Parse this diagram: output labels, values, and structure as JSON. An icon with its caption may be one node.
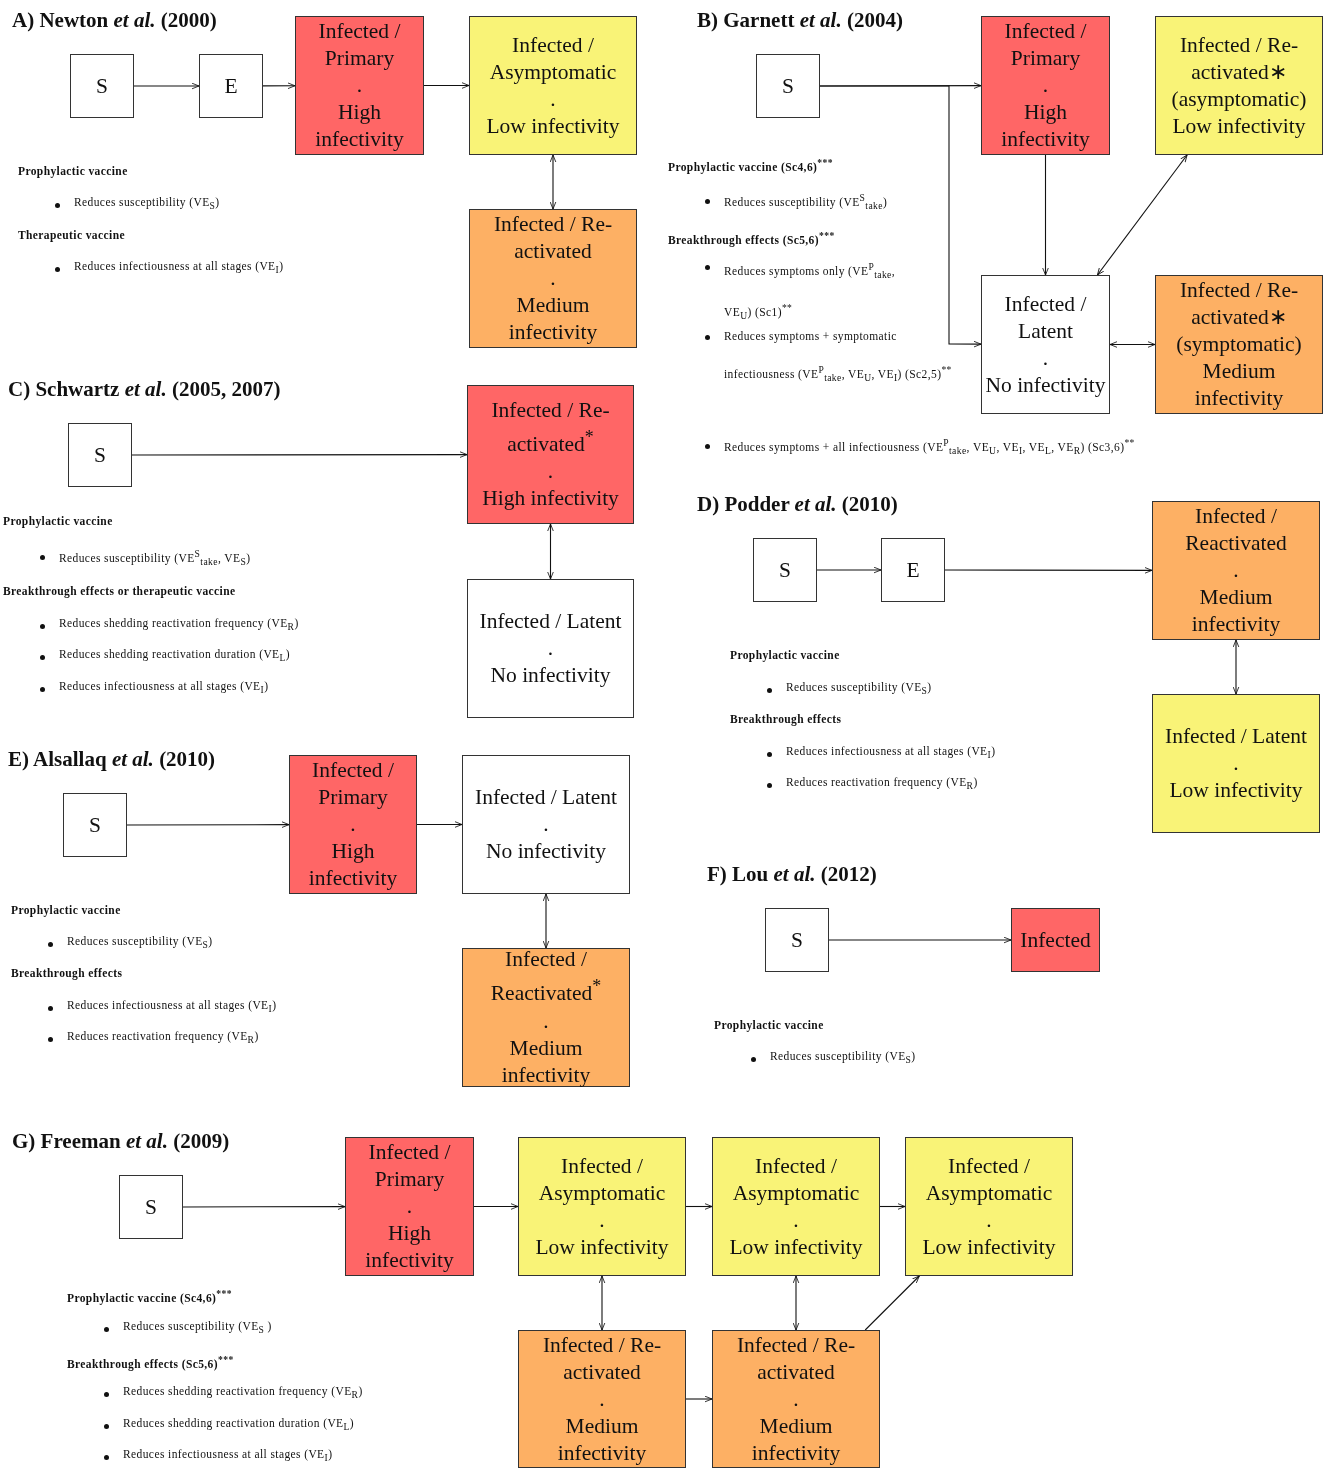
{
  "diagram": {
    "nodes": [
      {
        "text": [
          "S"
        ]
      },
      {
        "text": [
          "E"
        ]
      },
      {
        "text": [
          "Infected / Primary",
          ".",
          "High infectivity"
        ]
      },
      {
        "text": [
          "Infected / Asymptomatic",
          ".",
          "Low infectivity"
        ]
      },
      {
        "text": [
          "Infected / Re-activated",
          ".",
          "Medium infectivity"
        ]
      },
      {
        "text": [
          "S"
        ]
      },
      {
        "text": [
          "Infected / Primary",
          ".",
          "High infectivity"
        ]
      },
      {
        "text": [
          "Infected / Re-activated∗ (asymptomatic)",
          "Low infectivity"
        ]
      },
      {
        "text": [
          "Infected / Latent",
          ".",
          "No infectivity"
        ]
      },
      {
        "text": [
          "Infected / Re-activated∗ (symptomatic)",
          "Medium infectivity"
        ]
      },
      {
        "text": [
          "S"
        ]
      },
      {
        "text": [
          "Infected / Re-activated$^{*}$",
          ".",
          "High infectivity"
        ]
      },
      {
        "text": [
          "Infected / Latent",
          ".",
          "No infectivity"
        ]
      },
      {
        "text": [
          "S"
        ]
      },
      {
        "text": [
          "E"
        ]
      },
      {
        "text": [
          "Infected / Reactivated",
          ".",
          "Medium infectivity"
        ]
      },
      {
        "text": [
          "Infected / Latent",
          ".",
          "Low infectivity"
        ]
      },
      {
        "text": [
          "S"
        ]
      },
      {
        "text": [
          "Infected / Primary",
          ".",
          "High infectivity"
        ]
      },
      {
        "text": [
          "Infected / Latent",
          ".",
          "No infectivity"
        ]
      },
      {
        "text": [
          "Infected / Reactivated$^{*}$",
          ".",
          "Medium infectivity"
        ]
      },
      {
        "text": [
          "S"
        ]
      },
      {
        "text": [
          "Infected"
        ]
      },
      {
        "text": [
          "S"
        ]
      },
      {
        "text": [
          "Infected / Primary",
          ".",
          "High infectivity"
        ]
      },
      {
        "text": [
          "Infected / Asymptomatic",
          ".",
          "Low infectivity"
        ]
      },
      {
        "text": [
          "Infected / Asymptomatic",
          ".",
          "Low infectivity"
        ]
      },
      {
        "text": [
          "Infected / Asymptomatic",
          ".",
          "Low infectivity"
        ]
      },
      {
        "text": [
          "Infected / Re-activated",
          ".",
          "Medium infectivity"
        ]
      },
      {
        "text": [
          "Infected / Re-activated",
          ".",
          "Medium infectivity"
        ]
      }
    ],
    "edges": [
      {
        "from": 0,
        "to": 1,
        "arrow": "to"
      },
      {
        "from": 1,
        "to": 2,
        "arrow": "to"
      },
      {
        "from": 2,
        "to": 3,
        "arrow": "to"
      },
      {
        "from": 3,
        "to": 4,
        "arrow": "both"
      },
      {
        "from": 5,
        "to": 6,
        "arrow": "to"
      },
      {
        "from": 5,
        "to": 8,
        "arrow": "to"
      },
      {
        "from": 6,
        "to": 8,
        "arrow": "to"
      },
      {
        "from": 8,
        "to": 7,
        "arrow": "both"
      },
      {
        "from": 8,
        "to": 9,
        "arrow": "both"
      },
      {
        "from": 10,
        "to": 11,
        "arrow": "to"
      },
      {
        "from": 11,
        "to": 12,
        "arrow": "both"
      },
      {
        "from": 13,
        "to": 14,
        "arrow": "to"
      },
      {
        "from": 14,
        "to": 15,
        "arrow": "to"
      },
      {
        "from": 15,
        "to": 16,
        "arrow": "both"
      },
      {
        "from": 17,
        "to": 18,
        "arrow": "to"
      },
      {
        "from": 18,
        "to": 19,
        "arrow": "to"
      },
      {
        "from": 19,
        "to": 20,
        "arrow": "both"
      },
      {
        "from": 21,
        "to": 22,
        "arrow": "to"
      },
      {
        "from": 23,
        "to": 24,
        "arrow": "to"
      },
      {
        "from": 24,
        "to": 25,
        "arrow": "to"
      },
      {
        "from": 25,
        "to": 26,
        "arrow": "to"
      },
      {
        "from": 26,
        "to": 27,
        "arrow": "to"
      },
      {
        "from": 25,
        "to": 28,
        "arrow": "both"
      },
      {
        "from": 26,
        "to": 29,
        "arrow": "both"
      },
      {
        "from": 28,
        "to": 29,
        "arrow": "to"
      },
      {
        "from": 29,
        "to": 27,
        "arrow": "to"
      }
    ],
    "labels": [
      "A) Newton *et al.* (2000)",
      "Prophylactic vaccine",
      "Reduces susceptibility (VE$_{S}$)",
      "Therapeutic vaccine",
      "Reduces infectiousness at all stages (VE$_{I}$)",
      "B) Garnett *et al.* (2004)",
      "Prophylactic vaccine (Sc4,6)$^{***}$",
      "Reduces susceptibility (VE$^{S}$$_{take}$)",
      "Breakthrough effects (Sc5,6)$^{***}$",
      "Reduces symptoms only (VE$^{P}$$_{take}$, VE$_{U}$) (Sc1)$^{**}$",
      "Reduces symptoms + symptomatic infectiousness (VE$^{P}$$_{take}$, VE$_{U}$, VE$_{I}$) (Sc2,5)$^{**}$",
      "Reduces symptoms + all infectiousness (VE$^{P}$$_{take}$, VE$_{U}$, VE$_{I}$, VE$_{L}$, VE$_{R}$) (Sc3,6)$^{**}$",
      "C) Schwartz *et al.* (2005, 2007)",
      "Prophylactic vaccine",
      "Reduces susceptibility (VE$^{S}$$_{take}$, VE$_{S}$)",
      "Breakthrough effects or therapeutic vaccine",
      "Reduces shedding reactivation frequency (VE$_{R}$)",
      "Reduces shedding reactivation duration (VE$_{L}$)",
      "Reduces infectiousness at all stages (VE$_{I}$)",
      "D) Podder *et al.* (2010)",
      "Prophylactic vaccine",
      "Reduces susceptibility (VE$_{S}$)",
      "Breakthrough effects",
      "Reduces infectiousness at all stages (VE$_{I}$)",
      "Reduces reactivation frequency (VE$_{R}$)",
      "E) Alsallaq *et al.* (2010)",
      "Prophylactic vaccine",
      "Reduces susceptibility (VE$_{S}$)",
      "Breakthrough effects",
      "Reduces infectiousness at all stages (VE$_{I}$)",
      "Reduces reactivation frequency (VE$_{R}$)",
      "F) Lou *et al.* (2012)",
      "Prophylactic vaccine",
      "Reduces susceptibility (VE$_{S}$)",
      "G) Freeman *et al.* (2009)",
      "Prophylactic vaccine (Sc4,6)$^{***}$",
      "Reduces susceptibility (VE$_{S}$ )",
      "Breakthrough effects (Sc5,6)$^{***}$",
      "Reduces shedding reactivation frequency (VE$_{R}$)",
      "Reduces shedding reactivation duration (VE$_{L}$)",
      "Reduces infectiousness at all stages (VE$_{I}$)"
    ]
  }
}
